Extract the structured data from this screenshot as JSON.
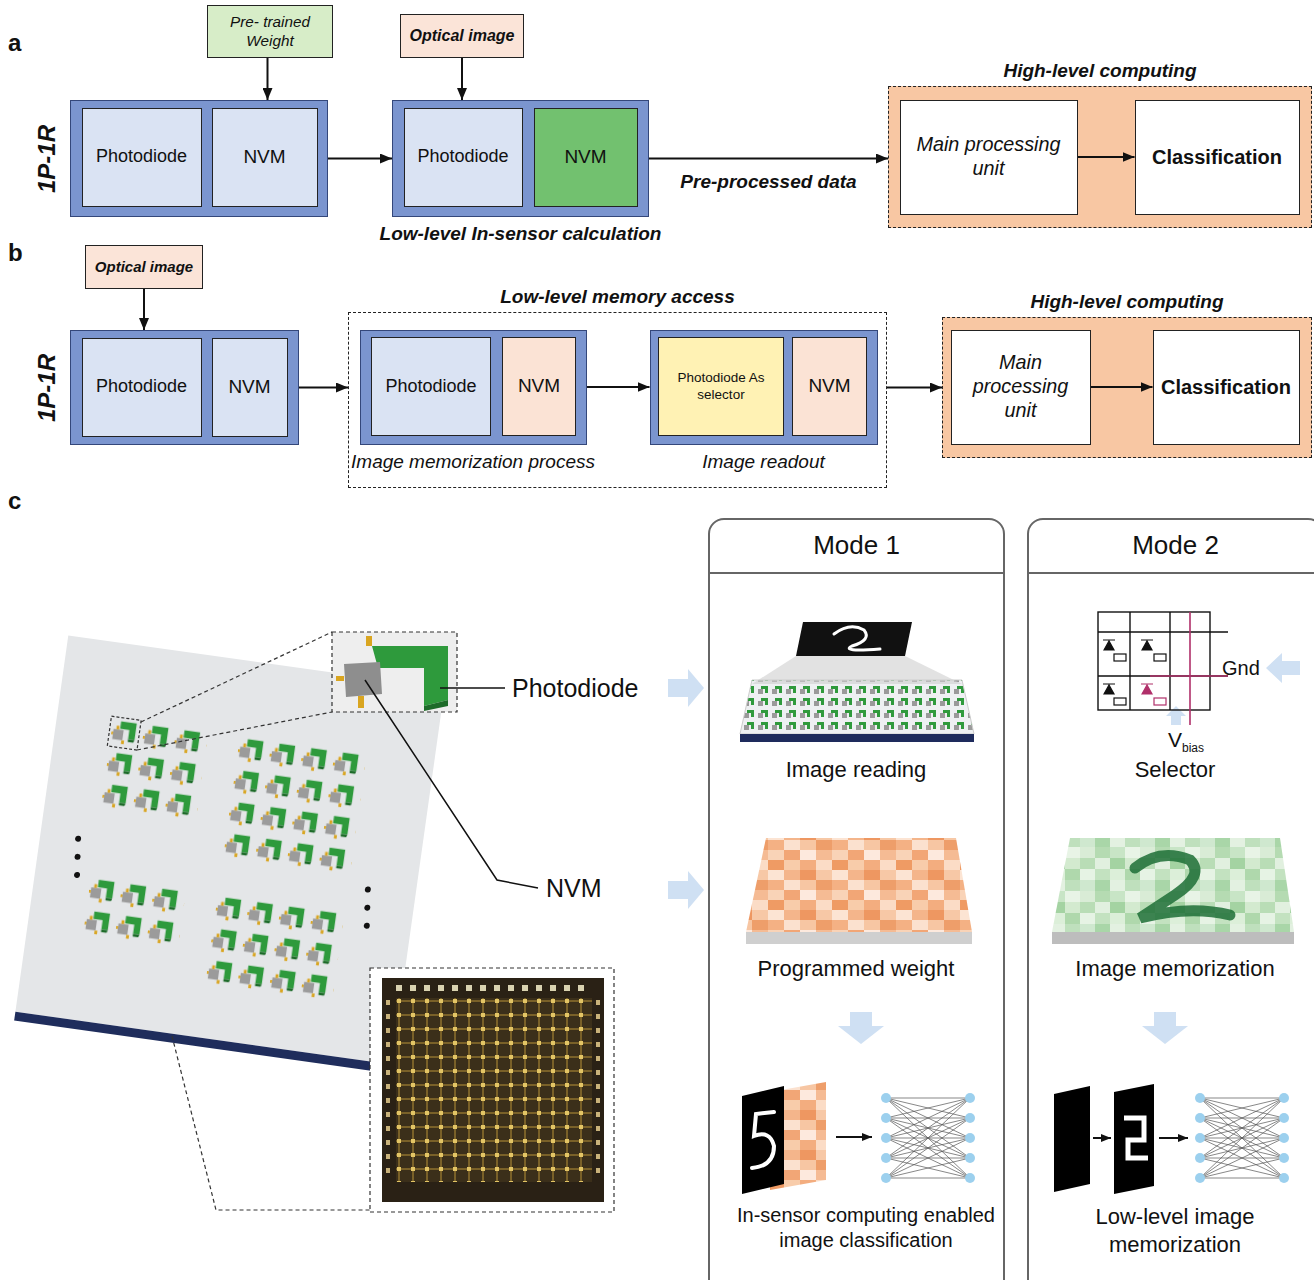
{
  "diagram": {
    "nodes": [
      {
        "text": [
          "Pre- trained Weight"
        ]
      },
      {
        "text": [
          "Optical image"
        ]
      },
      {
        "text": [
          "1P-1R"
        ]
      },
      {
        "text": [
          "Photodiode"
        ],
        "in": 2
      },
      {
        "text": [
          "NVM"
        ],
        "in": 2
      },
      {
        "text": [
          "Low-level In-sensor calculation"
        ]
      },
      {
        "text": [
          "Photodiode"
        ],
        "in": 5
      },
      {
        "text": [
          "NVM"
        ],
        "in": 5
      },
      {
        "text": [
          "High-level computing"
        ]
      },
      {
        "text": [
          "Main processing unit"
        ],
        "in": 8
      },
      {
        "text": [
          "Classification"
        ],
        "in": 8
      },
      {
        "text": [
          "Optical image"
        ]
      },
      {
        "text": [
          "1P-1R"
        ]
      },
      {
        "text": [
          "Photodiode"
        ],
        "in": 12
      },
      {
        "text": [
          "NVM"
        ],
        "in": 12
      },
      {
        "text": [
          "Low-level memory access"
        ]
      },
      {
        "text": [
          "Image memorization process"
        ],
        "in": 15
      },
      {
        "text": [
          "Photodiode"
        ],
        "in": 16
      },
      {
        "text": [
          "NVM"
        ],
        "in": 16
      },
      {
        "text": [
          "Image readout"
        ],
        "in": 15
      },
      {
        "text": [
          "Photodiode As selector"
        ],
        "in": 19
      },
      {
        "text": [
          "NVM"
        ],
        "in": 19
      },
      {
        "text": [
          "High-level computing"
        ]
      },
      {
        "text": [
          "Main processing unit"
        ],
        "in": 22
      },
      {
        "text": [
          "Classification"
        ],
        "in": 22
      },
      {
        "text": [
          "Mode 1"
        ]
      },
      {
        "text": [
          "Mode 2"
        ]
      }
    ],
    "edges": [
      {
        "from": 0,
        "to": 2,
        "arrow": "to"
      },
      {
        "from": 1,
        "to": 5,
        "arrow": "to"
      },
      {
        "from": 2,
        "to": 5,
        "arrow": "to"
      },
      {
        "from": 5,
        "to": 8,
        "label": "Pre-processed data",
        "arrow": "to"
      },
      {
        "from": 9,
        "to": 10,
        "arrow": "to"
      },
      {
        "from": 11,
        "to": 12,
        "arrow": "to"
      },
      {
        "from": 12,
        "to": 15,
        "arrow": "to"
      },
      {
        "from": 16,
        "to": 19,
        "arrow": "to"
      },
      {
        "from": 15,
        "to": 22,
        "arrow": "to"
      },
      {
        "from": 23,
        "to": 24,
        "arrow": "to"
      }
    ],
    "labels": [
      "a",
      "b",
      "c",
      "Photodiode",
      "NVM",
      "Image reading",
      "Programmed weight",
      "In-sensor computing enabled image classification",
      "Selector",
      "Gnd",
      "V",
      "bias",
      "Image memorization",
      "Low-level image memorization"
    ]
  }
}
